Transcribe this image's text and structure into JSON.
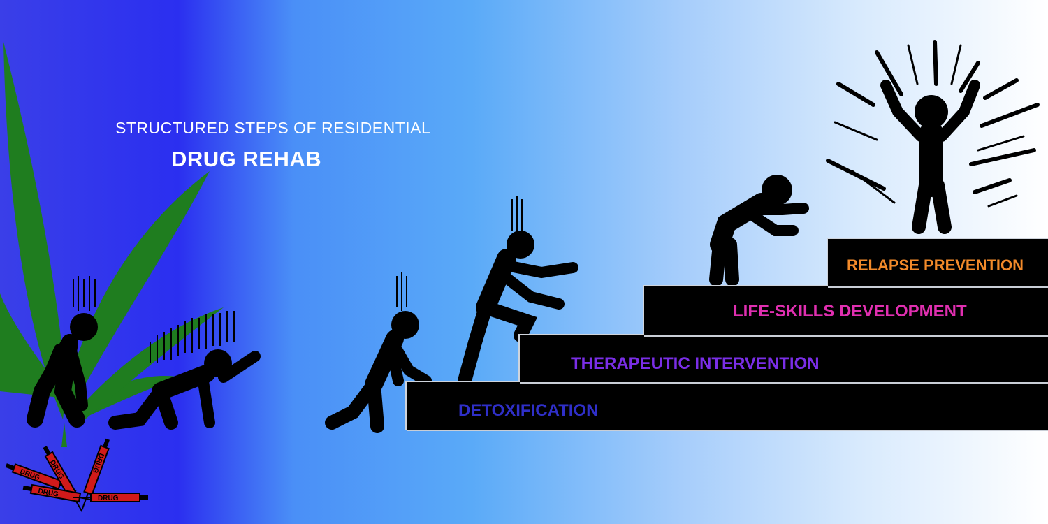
{
  "heading": {
    "subtitle": "STRUCTURED STEPS OF RESIDENTIAL",
    "title": "DRUG REHAB"
  },
  "steps": [
    {
      "label": "DETOXIFICATION",
      "color": "#2f2fc8"
    },
    {
      "label": "THERAPEUTIC INTERVENTION",
      "color": "#7a2ee6"
    },
    {
      "label": "LIFE-SKILLS DEVELOPMENT",
      "color": "#e02fb0"
    },
    {
      "label": "RELAPSE PREVENTION",
      "color": "#f28a2a"
    }
  ],
  "syringes": {
    "label": "DRUG"
  },
  "colors": {
    "leaf": "#1f7d1f",
    "figure": "#000000",
    "syringe": "#d11a1a"
  }
}
